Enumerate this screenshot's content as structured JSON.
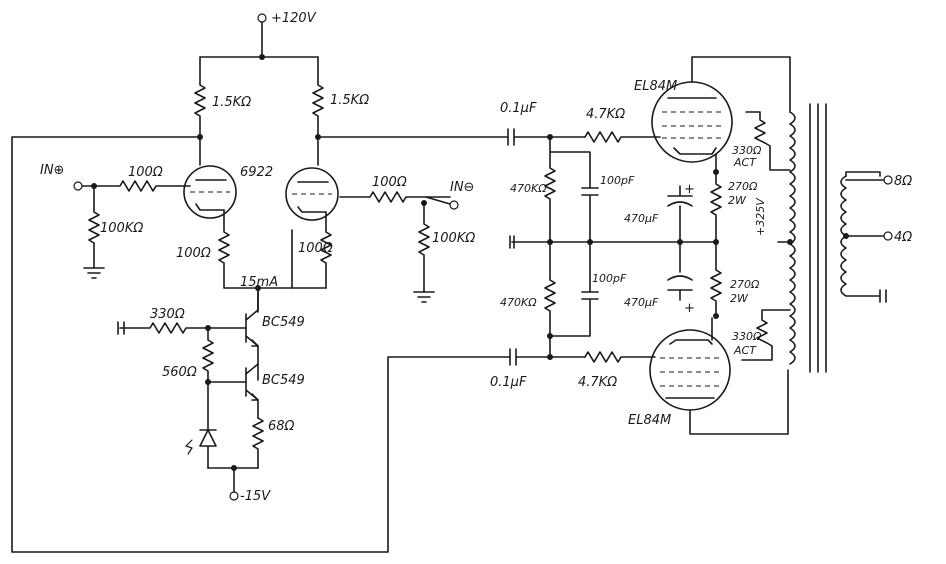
{
  "supplies": {
    "positive": "+120V",
    "negative": "-15V",
    "output_b_plus": "+325V"
  },
  "diff_stage": {
    "tube": "6922",
    "plate_left": "1.5KΩ",
    "plate_right": "1.5KΩ",
    "cathode_left": "100Ω",
    "cathode_right": "100Ω",
    "tail_current": "15mA"
  },
  "inputs": {
    "in_plus": "IN⊕",
    "in_minus": "IN⊖",
    "grid_stopper_left": "100Ω",
    "grid_stopper_right": "100Ω",
    "grid_leak_left": "100KΩ",
    "grid_leak_right": "100KΩ"
  },
  "current_source": {
    "q1": "BC549",
    "q2": "BC549",
    "base_resistor": "330Ω",
    "bias_resistor": "560Ω",
    "emitter_resistor": "68Ω"
  },
  "output_stage": {
    "tube_top": "EL84M",
    "tube_bottom": "EL84M",
    "coupling_cap_top": "0.1μF",
    "coupling_cap_bottom": "0.1μF",
    "grid_stopper_top": "4.7KΩ",
    "grid_stopper_bottom": "4.7KΩ",
    "grid_leak_top": "470KΩ",
    "grid_leak_bottom": "470KΩ",
    "cap_top": "100pF",
    "cap_bottom": "100pF",
    "cathode_cap_top": "470μF",
    "cathode_cap_bottom": "470μF",
    "cathode_res_top": "270Ω",
    "cathode_res_top_watt": "2W",
    "cathode_res_bottom": "270Ω",
    "cathode_res_bottom_watt": "2W",
    "ul_res_top": "330Ω",
    "ul_res_top_note": "ACT",
    "ul_res_bottom": "330Ω",
    "ul_res_bottom_note": "ACT",
    "cap_top_polarity": "+",
    "cap_bottom_polarity": "+"
  },
  "outputs": {
    "tap_8": "8Ω",
    "tap_4": "4Ω"
  }
}
